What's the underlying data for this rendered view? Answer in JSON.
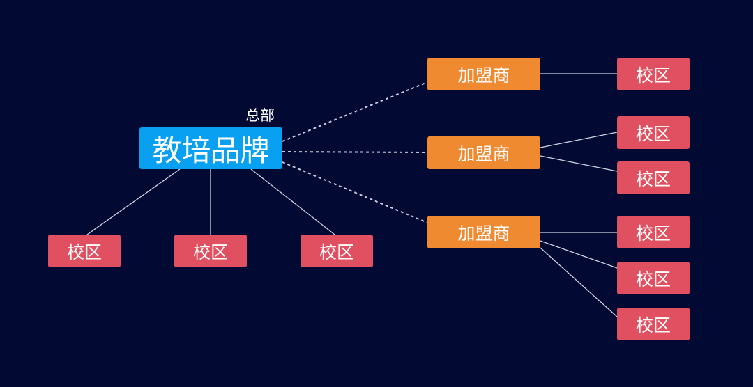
{
  "headquarters": {
    "label": "总部",
    "brand": "教培品牌"
  },
  "direct_campuses": [
    "校区",
    "校区",
    "校区"
  ],
  "franchisees": [
    {
      "label": "加盟商",
      "campuses": [
        "校区"
      ]
    },
    {
      "label": "加盟商",
      "campuses": [
        "校区",
        "校区"
      ]
    },
    {
      "label": "加盟商",
      "campuses": [
        "校区",
        "校区",
        "校区"
      ]
    }
  ],
  "colors": {
    "background": "#020a33",
    "brand": "#0aa0f2",
    "franchisee": "#ef8a31",
    "campus": "#e05060",
    "line": "#d0d4e0"
  }
}
